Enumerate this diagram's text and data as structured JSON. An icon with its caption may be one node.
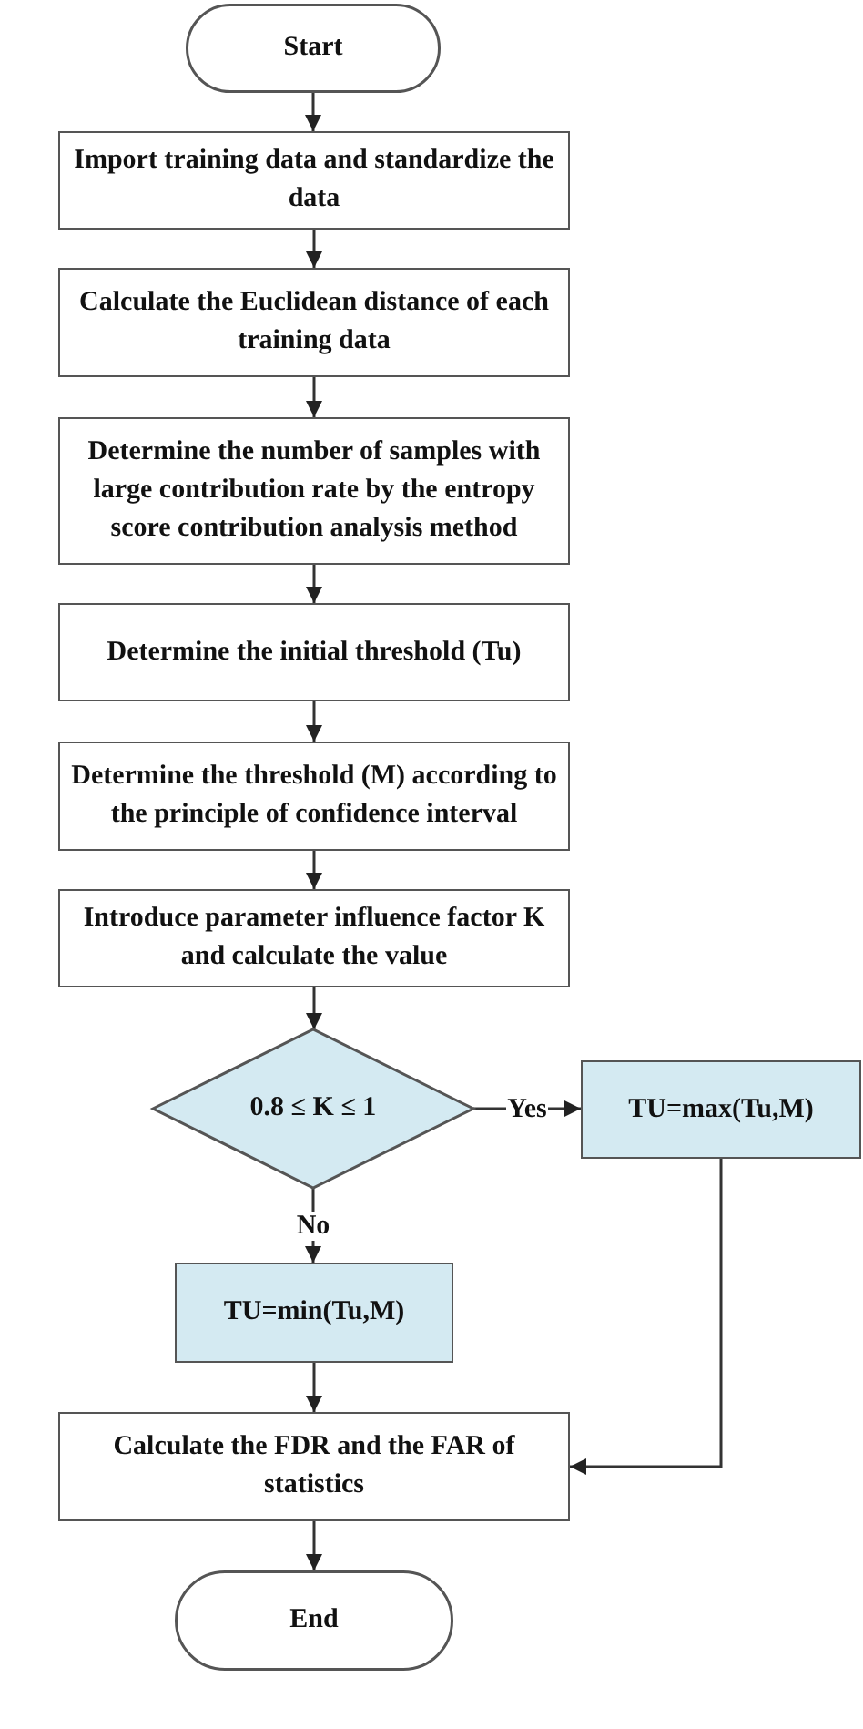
{
  "diagram": {
    "nodes": [
      {
        "text": [
          "Start"
        ]
      },
      {
        "text": [
          "Import training data and standardize the data"
        ]
      },
      {
        "text": [
          "Calculate the Euclidean distance of each training data"
        ]
      },
      {
        "text": [
          "Determine the number of samples with large contribution rate by the entropy score contribution analysis method"
        ]
      },
      {
        "text": [
          "Determine the initial threshold (Tu)"
        ]
      },
      {
        "text": [
          "Determine the threshold (M) according to the principle of confidence interval"
        ]
      },
      {
        "text": [
          "Introduce parameter influence factor K and calculate the value"
        ]
      },
      {
        "text": [
          "0.8 ≤ K ≤ 1"
        ]
      },
      {
        "text": [
          "TU=max(Tu,M)"
        ]
      },
      {
        "text": [
          "TU=min(Tu,M)"
        ]
      },
      {
        "text": [
          "Calculate the FDR and the FAR of statistics"
        ]
      },
      {
        "text": [
          "End"
        ]
      }
    ],
    "edges": [
      {
        "from": 0,
        "to": 1,
        "arrow": "to"
      },
      {
        "from": 1,
        "to": 2,
        "arrow": "to"
      },
      {
        "from": 2,
        "to": 3,
        "arrow": "to"
      },
      {
        "from": 3,
        "to": 4,
        "arrow": "to"
      },
      {
        "from": 4,
        "to": 5,
        "arrow": "to"
      },
      {
        "from": 5,
        "to": 6,
        "arrow": "to"
      },
      {
        "from": 6,
        "to": 7,
        "arrow": "to"
      },
      {
        "from": 7,
        "to": 8,
        "arrow": "to",
        "label": "Yes"
      },
      {
        "from": 7,
        "to": 9,
        "arrow": "to",
        "label": "No"
      },
      {
        "from": 9,
        "to": 10,
        "arrow": "to"
      },
      {
        "from": 8,
        "to": 10,
        "arrow": "to"
      },
      {
        "from": 10,
        "to": 11,
        "arrow": "to"
      }
    ]
  }
}
